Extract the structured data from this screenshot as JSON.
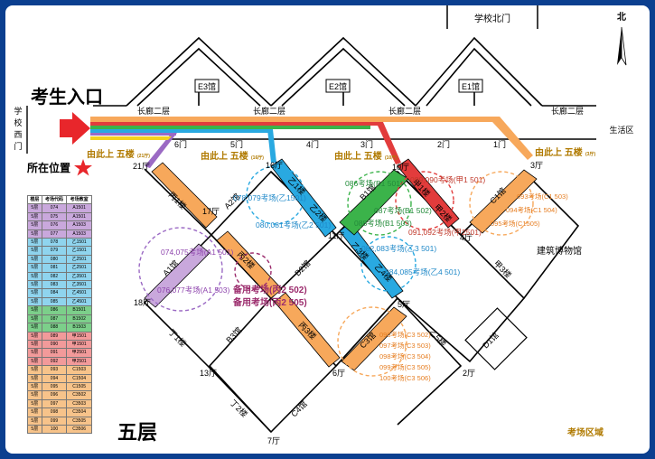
{
  "entrance": {
    "title": "考生入口",
    "side_gate": [
      "学",
      "校",
      "西",
      "门"
    ],
    "current_position": "所在位置"
  },
  "north_gate": "学校北门",
  "compass": {
    "label": "北"
  },
  "corridor": {
    "label": "长廊二层",
    "living_area": "生活区"
  },
  "halls": {
    "e1": "E1馆",
    "e2": "E2馆",
    "e3": "E3馆"
  },
  "doors": {
    "d1": "1门",
    "d2": "2门",
    "d3": "3门",
    "d4": "4门",
    "d5": "5门",
    "d6": "6门"
  },
  "stairs": {
    "up5": "由此上 五楼",
    "left_note": "(21厅)",
    "mid1_note": "(16厅)",
    "mid2_note": "(10厅)",
    "right_note": "(3厅)"
  },
  "halls_ting": {
    "h21": "21厅",
    "h16": "16厅",
    "h10": "10厅",
    "h3": "3厅",
    "h17": "17厅",
    "h11": "11厅",
    "h4": "4厅",
    "h18": "18厅",
    "h5": "5厅",
    "h13": "13厅",
    "h6": "6厅",
    "h2": "2厅",
    "h7": "7厅"
  },
  "buildings": {
    "bing1": "丙1楼",
    "a2": "A2馆",
    "yi1": "乙1楼",
    "yi2": "乙2楼",
    "b1": "B1馆",
    "jia1": "甲1楼",
    "jia2": "甲2楼",
    "c1": "C1馆",
    "a1": "A1馆",
    "bing2": "丙2楼",
    "b2": "B2馆",
    "yi3": "乙3楼",
    "yi4": "乙4楼",
    "yi5": "乙5楼",
    "jia3": "甲3楼",
    "jzbwg": "建筑博物馆",
    "ding1": "丁1楼",
    "b3": "B3馆",
    "bing3": "丙3楼",
    "c3": "C3馆",
    "d1": "D1馆",
    "ding2": "丁2楼",
    "c4": "C4馆"
  },
  "exam_labels": {
    "a1_a": "074,075考场(A1 501)",
    "a1_b": "076,077考场(A1 503)",
    "backup_a": "备用考场(丙2 502)",
    "backup_b": "备用考场(丙2 505)",
    "yi1": "078,079考场(乙1501)",
    "yi2": "080,081考场(乙2 501)",
    "yi3": "082,083考场(乙3 501)",
    "yi4": "084,085考场(乙4 501)",
    "b1_a": "086考场(B1 501)",
    "b1_b": "087考场(B1 502)",
    "b1_c": "088考场(B1 503)",
    "jia1": "089,090考场(甲1 501)",
    "jia2": "091,092考场(甲2501)",
    "c1_a": "093考场(C1 503)",
    "c1_b": "094考场(C1 504)",
    "c1_c": "095考场(C1505)",
    "c3_a": "096考场(C3 502)",
    "c3_b": "097考场(C3 503)",
    "c3_c": "098考场(C3 504)",
    "c3_d": "099考场(C3 505)",
    "c3_e": "100考场(C3 506)"
  },
  "floor_title": "五层",
  "area_label": "考场区域",
  "legend": {
    "headers": [
      "楼层",
      "考场代码",
      "考场教室"
    ],
    "rows": [
      {
        "floor": "5层",
        "code": "074",
        "room": "A1501",
        "color": "#c9a8dc"
      },
      {
        "floor": "5层",
        "code": "075",
        "room": "A1501",
        "color": "#c9a8dc"
      },
      {
        "floor": "5层",
        "code": "076",
        "room": "A1503",
        "color": "#c9a8dc"
      },
      {
        "floor": "5层",
        "code": "077",
        "room": "A1503",
        "color": "#c9a8dc"
      },
      {
        "floor": "5层",
        "code": "078",
        "room": "乙1501",
        "color": "#8fd4ee"
      },
      {
        "floor": "5层",
        "code": "079",
        "room": "乙1501",
        "color": "#8fd4ee"
      },
      {
        "floor": "5层",
        "code": "080",
        "room": "乙2501",
        "color": "#8fd4ee"
      },
      {
        "floor": "5层",
        "code": "081",
        "room": "乙2501",
        "color": "#8fd4ee"
      },
      {
        "floor": "5层",
        "code": "082",
        "room": "乙3501",
        "color": "#8fd4ee"
      },
      {
        "floor": "5层",
        "code": "083",
        "room": "乙3501",
        "color": "#8fd4ee"
      },
      {
        "floor": "5层",
        "code": "084",
        "room": "乙4501",
        "color": "#8fd4ee"
      },
      {
        "floor": "5层",
        "code": "085",
        "room": "乙4501",
        "color": "#8fd4ee"
      },
      {
        "floor": "5层",
        "code": "086",
        "room": "B1501",
        "color": "#7ccf8a"
      },
      {
        "floor": "5层",
        "code": "087",
        "room": "B1502",
        "color": "#7ccf8a"
      },
      {
        "floor": "5层",
        "code": "088",
        "room": "B1503",
        "color": "#7ccf8a"
      },
      {
        "floor": "5层",
        "code": "089",
        "room": "甲1501",
        "color": "#f29a9a"
      },
      {
        "floor": "5层",
        "code": "090",
        "room": "甲1501",
        "color": "#f29a9a"
      },
      {
        "floor": "5层",
        "code": "091",
        "room": "甲2501",
        "color": "#f29a9a"
      },
      {
        "floor": "5层",
        "code": "092",
        "room": "甲2501",
        "color": "#f29a9a"
      },
      {
        "floor": "5层",
        "code": "093",
        "room": "C1503",
        "color": "#f7c38a"
      },
      {
        "floor": "5层",
        "code": "094",
        "room": "C1504",
        "color": "#f7c38a"
      },
      {
        "floor": "5层",
        "code": "095",
        "room": "C1505",
        "color": "#f7c38a"
      },
      {
        "floor": "5层",
        "code": "096",
        "room": "C3502",
        "color": "#f7c38a"
      },
      {
        "floor": "5层",
        "code": "097",
        "room": "C3503",
        "color": "#f7c38a"
      },
      {
        "floor": "5层",
        "code": "098",
        "room": "C3504",
        "color": "#f7c38a"
      },
      {
        "floor": "5层",
        "code": "099",
        "room": "C3505",
        "color": "#f7c38a"
      },
      {
        "floor": "5层",
        "code": "100",
        "room": "C3506",
        "color": "#f7c38a"
      }
    ]
  },
  "colors": {
    "border": "#0b3f8f",
    "purple": "#c9a8dc",
    "cyan": "#29a9e1",
    "green": "#3bb34a",
    "red": "#e23c3c",
    "orange": "#f7a85b",
    "yellow": "#f4d21f",
    "arrow": "#e8262b",
    "exam_red": "#c0392b"
  }
}
